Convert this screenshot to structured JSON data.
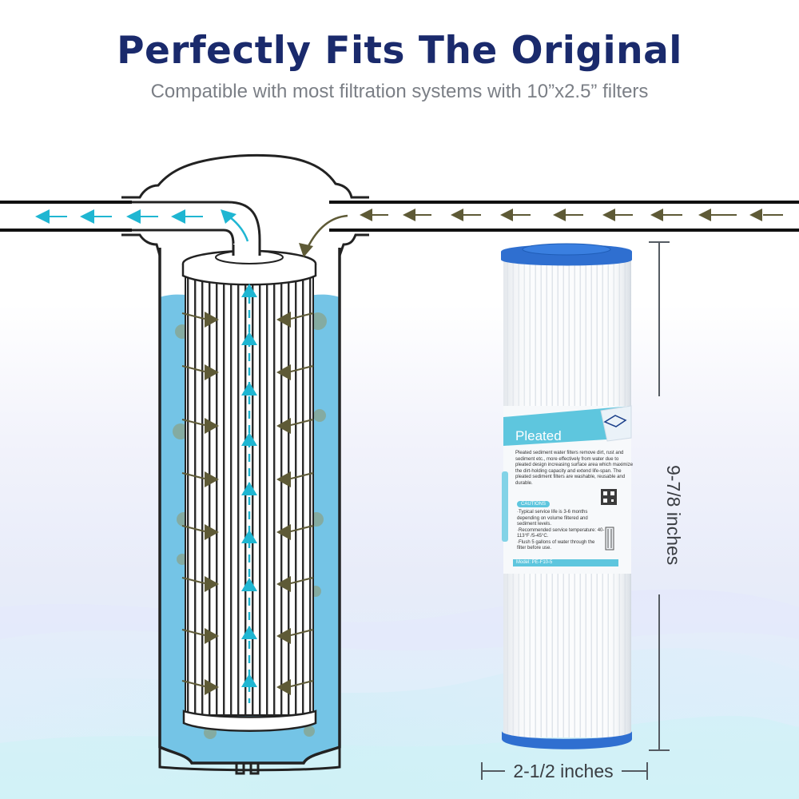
{
  "header": {
    "title": "Perfectly Fits The Original",
    "subtitle": "Compatible with most filtration systems with 10”x2.5” filters"
  },
  "diagram": {
    "outlet_flow_arrows": 5,
    "inlet_flow_arrows": 8,
    "inward_arrow_rows": 8,
    "upward_center_arrows": 8,
    "icons": [
      "clean-water-arrow-icon",
      "dirty-water-arrow-icon"
    ]
  },
  "cartridge": {
    "label_title": "Pleated",
    "description": "Pleated sediment water filters remove dirt, rust and sediment etc., more effectively from water due to pleated design increasing surface area which maximize the dirt-holding capacity and extend life-span. The pleated sediment filters are washable, reusable and durable.",
    "caution_label": "CAUTIONS",
    "bullets": [
      "·Typical service life is 3-6 months depending on volume filtered and sediment levels.",
      "·Recommended service temperature: 40-113°F /5-45°C.",
      "·Flush 5 gallons of water through the filter before use."
    ],
    "model": "Model: PE-F10-5"
  },
  "dimensions": {
    "height": "9-7/8 inches",
    "width": "2-1/2 inches"
  },
  "colors": {
    "title": "#1a2a6c",
    "subtitle": "#7b7f86",
    "clean_arrow": "#1fb6d2",
    "dirty_arrow": "#5e5a36",
    "water": "#74c4e6",
    "cap_blue": "#2f6fd0",
    "label_teal": "#5ec6de"
  }
}
